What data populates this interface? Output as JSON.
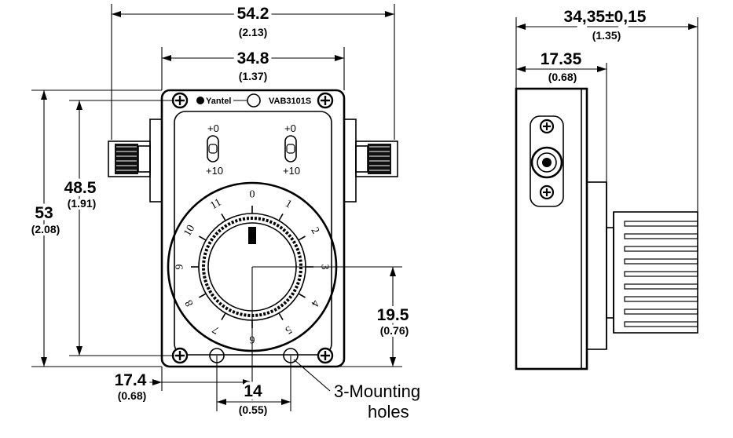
{
  "front_view": {
    "brand": "Yantel",
    "model": "VAB3101S",
    "switch_left": {
      "top": "+0",
      "bottom": "+10"
    },
    "switch_right": {
      "top": "+0",
      "bottom": "+10"
    },
    "dial_numbers": [
      "0",
      "1",
      "2",
      "3",
      "4",
      "5",
      "6",
      "7",
      "8",
      "9",
      "10",
      "11"
    ]
  },
  "dimensions": {
    "overall_width": {
      "mm": "54.2",
      "inch": "(2.13)"
    },
    "body_width": {
      "mm": "34.8",
      "inch": "(1.37)"
    },
    "overall_height": {
      "mm": "53",
      "inch": "(2.08)"
    },
    "body_height": {
      "mm": "48.5",
      "inch": "(1.91)"
    },
    "knob_center_height": {
      "mm": "19.5",
      "inch": "(0.76)"
    },
    "knob_center_offset": {
      "mm": "17.4",
      "inch": "(0.68)"
    },
    "hole_spacing": {
      "mm": "14",
      "inch": "(0.55)"
    },
    "side_depth": {
      "mm": "34,35±0,15",
      "inch": "(1.35)"
    },
    "side_body_depth": {
      "mm": "17.35",
      "inch": "(0.68)"
    }
  },
  "annotations": {
    "mounting_line1": "3-Mounting",
    "mounting_line2": "holes"
  }
}
